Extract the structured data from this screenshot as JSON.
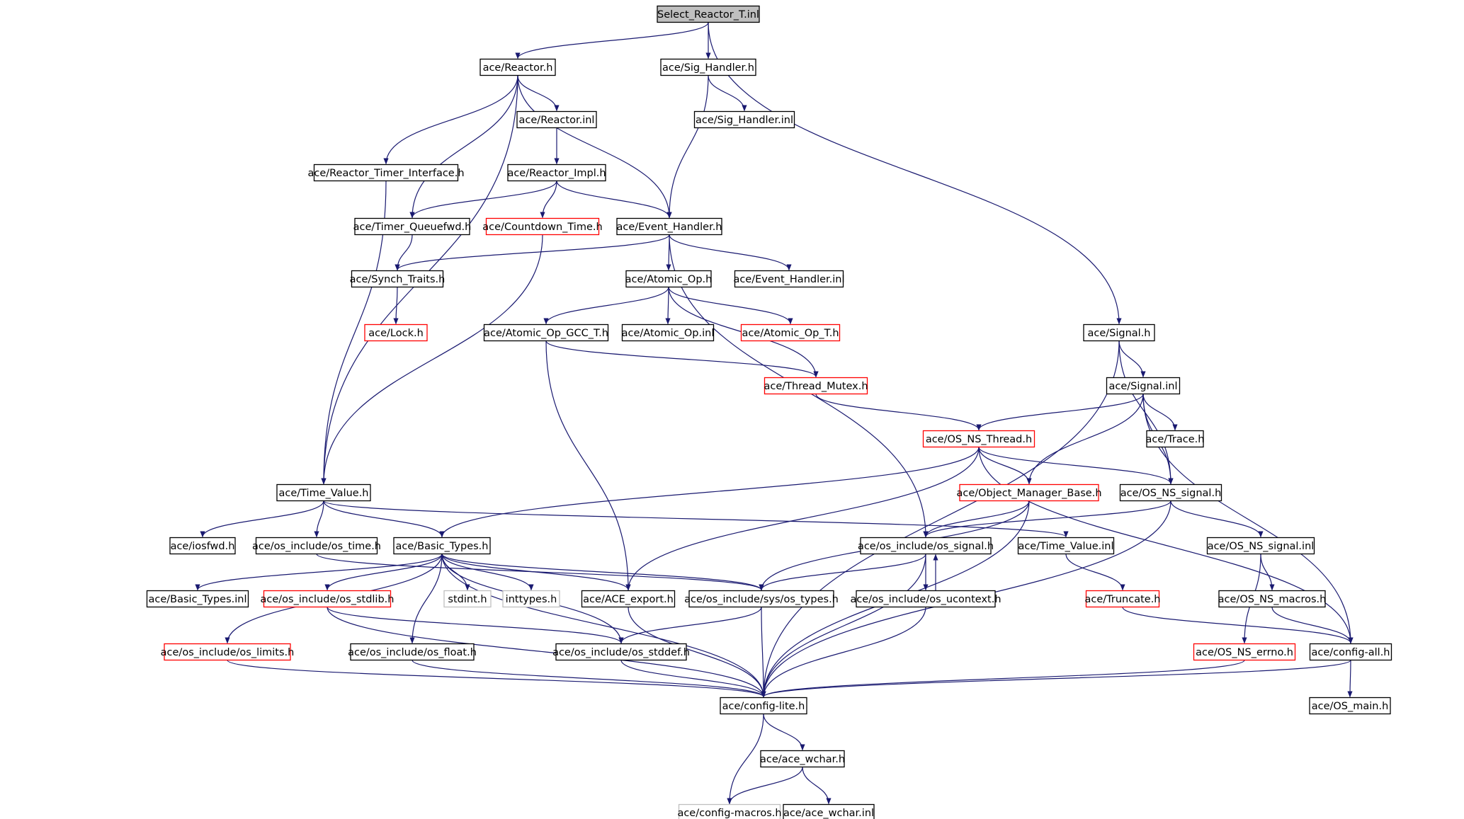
{
  "colors": {
    "edge": "#191970",
    "node_border": "#000000",
    "truncated_border": "#ff0000",
    "missing_border": "#bfbfbf",
    "root_fill": "#bfbfbf"
  },
  "nodes": [
    {
      "id": "select_reactor_t_inl",
      "label": "Select_Reactor_T.inl",
      "kind": "root"
    },
    {
      "id": "reactor_h",
      "label": "ace/Reactor.h",
      "kind": "normal"
    },
    {
      "id": "sig_handler_h",
      "label": "ace/Sig_Handler.h",
      "kind": "normal"
    },
    {
      "id": "reactor_inl",
      "label": "ace/Reactor.inl",
      "kind": "normal"
    },
    {
      "id": "sig_handler_inl",
      "label": "ace/Sig_Handler.inl",
      "kind": "normal"
    },
    {
      "id": "reactor_timer_interface_h",
      "label": "ace/Reactor_Timer_Interface.h",
      "kind": "normal"
    },
    {
      "id": "reactor_impl_h",
      "label": "ace/Reactor_Impl.h",
      "kind": "normal"
    },
    {
      "id": "timer_queuefwd_h",
      "label": "ace/Timer_Queuefwd.h",
      "kind": "normal"
    },
    {
      "id": "countdown_time_h",
      "label": "ace/Countdown_Time.h",
      "kind": "truncated"
    },
    {
      "id": "event_handler_h",
      "label": "ace/Event_Handler.h",
      "kind": "normal"
    },
    {
      "id": "synch_traits_h",
      "label": "ace/Synch_Traits.h",
      "kind": "normal"
    },
    {
      "id": "atomic_op_h",
      "label": "ace/Atomic_Op.h",
      "kind": "normal"
    },
    {
      "id": "event_handler_inl",
      "label": "ace/Event_Handler.inl",
      "kind": "normal"
    },
    {
      "id": "lock_h",
      "label": "ace/Lock.h",
      "kind": "truncated"
    },
    {
      "id": "atomic_op_gcc_t_h",
      "label": "ace/Atomic_Op_GCC_T.h",
      "kind": "normal"
    },
    {
      "id": "atomic_op_inl",
      "label": "ace/Atomic_Op.inl",
      "kind": "normal"
    },
    {
      "id": "atomic_op_t_h",
      "label": "ace/Atomic_Op_T.h",
      "kind": "truncated"
    },
    {
      "id": "signal_h",
      "label": "ace/Signal.h",
      "kind": "normal"
    },
    {
      "id": "thread_mutex_h",
      "label": "ace/Thread_Mutex.h",
      "kind": "truncated"
    },
    {
      "id": "signal_inl",
      "label": "ace/Signal.inl",
      "kind": "normal"
    },
    {
      "id": "os_ns_thread_h",
      "label": "ace/OS_NS_Thread.h",
      "kind": "truncated"
    },
    {
      "id": "trace_h",
      "label": "ace/Trace.h",
      "kind": "normal"
    },
    {
      "id": "time_value_h",
      "label": "ace/Time_Value.h",
      "kind": "normal"
    },
    {
      "id": "object_manager_base_h",
      "label": "ace/Object_Manager_Base.h",
      "kind": "truncated"
    },
    {
      "id": "os_ns_signal_h",
      "label": "ace/OS_NS_signal.h",
      "kind": "normal"
    },
    {
      "id": "iosfwd_h",
      "label": "ace/iosfwd.h",
      "kind": "normal"
    },
    {
      "id": "os_time_h",
      "label": "ace/os_include/os_time.h",
      "kind": "normal"
    },
    {
      "id": "basic_types_h",
      "label": "ace/Basic_Types.h",
      "kind": "normal"
    },
    {
      "id": "os_signal_h",
      "label": "ace/os_include/os_signal.h",
      "kind": "normal"
    },
    {
      "id": "time_value_inl",
      "label": "ace/Time_Value.inl",
      "kind": "normal"
    },
    {
      "id": "os_ns_signal_inl",
      "label": "ace/OS_NS_signal.inl",
      "kind": "normal"
    },
    {
      "id": "basic_types_inl",
      "label": "ace/Basic_Types.inl",
      "kind": "normal"
    },
    {
      "id": "os_stdlib_h",
      "label": "ace/os_include/os_stdlib.h",
      "kind": "truncated"
    },
    {
      "id": "stdint_h",
      "label": "stdint.h",
      "kind": "missing"
    },
    {
      "id": "inttypes_h",
      "label": "inttypes.h",
      "kind": "missing"
    },
    {
      "id": "ace_export_h",
      "label": "ace/ACE_export.h",
      "kind": "normal"
    },
    {
      "id": "os_types_h",
      "label": "ace/os_include/sys/os_types.h",
      "kind": "normal"
    },
    {
      "id": "os_ucontext_h",
      "label": "ace/os_include/os_ucontext.h",
      "kind": "normal"
    },
    {
      "id": "truncate_h",
      "label": "ace/Truncate.h",
      "kind": "truncated"
    },
    {
      "id": "os_ns_macros_h",
      "label": "ace/OS_NS_macros.h",
      "kind": "normal"
    },
    {
      "id": "os_limits_h",
      "label": "ace/os_include/os_limits.h",
      "kind": "truncated"
    },
    {
      "id": "os_float_h",
      "label": "ace/os_include/os_float.h",
      "kind": "normal"
    },
    {
      "id": "os_stddef_h",
      "label": "ace/os_include/os_stddef.h",
      "kind": "normal"
    },
    {
      "id": "os_ns_errno_h",
      "label": "ace/OS_NS_errno.h",
      "kind": "truncated"
    },
    {
      "id": "config_all_h",
      "label": "ace/config-all.h",
      "kind": "normal"
    },
    {
      "id": "config_lite_h",
      "label": "ace/config-lite.h",
      "kind": "normal"
    },
    {
      "id": "os_main_h",
      "label": "ace/OS_main.h",
      "kind": "normal"
    },
    {
      "id": "ace_wchar_h",
      "label": "ace/ace_wchar.h",
      "kind": "normal"
    },
    {
      "id": "config_macros_h",
      "label": "ace/config-macros.h",
      "kind": "missing"
    },
    {
      "id": "ace_wchar_inl",
      "label": "ace/ace_wchar.inl",
      "kind": "normal"
    }
  ],
  "edges": [
    [
      "select_reactor_t_inl",
      "reactor_h"
    ],
    [
      "select_reactor_t_inl",
      "sig_handler_h"
    ],
    [
      "select_reactor_t_inl",
      "signal_h"
    ],
    [
      "reactor_h",
      "reactor_inl"
    ],
    [
      "reactor_h",
      "reactor_timer_interface_h"
    ],
    [
      "reactor_h",
      "timer_queuefwd_h"
    ],
    [
      "reactor_h",
      "event_handler_h"
    ],
    [
      "reactor_h",
      "time_value_h"
    ],
    [
      "sig_handler_h",
      "sig_handler_inl"
    ],
    [
      "sig_handler_h",
      "event_handler_h"
    ],
    [
      "reactor_inl",
      "reactor_impl_h"
    ],
    [
      "reactor_impl_h",
      "timer_queuefwd_h"
    ],
    [
      "reactor_impl_h",
      "countdown_time_h"
    ],
    [
      "reactor_impl_h",
      "event_handler_h"
    ],
    [
      "reactor_timer_interface_h",
      "time_value_h"
    ],
    [
      "timer_queuefwd_h",
      "synch_traits_h"
    ],
    [
      "countdown_time_h",
      "time_value_h"
    ],
    [
      "event_handler_h",
      "synch_traits_h"
    ],
    [
      "event_handler_h",
      "atomic_op_h"
    ],
    [
      "event_handler_h",
      "event_handler_inl"
    ],
    [
      "event_handler_h",
      "os_signal_h"
    ],
    [
      "synch_traits_h",
      "lock_h"
    ],
    [
      "atomic_op_h",
      "atomic_op_gcc_t_h"
    ],
    [
      "atomic_op_h",
      "atomic_op_inl"
    ],
    [
      "atomic_op_h",
      "atomic_op_t_h"
    ],
    [
      "atomic_op_h",
      "thread_mutex_h"
    ],
    [
      "atomic_op_gcc_t_h",
      "thread_mutex_h"
    ],
    [
      "atomic_op_gcc_t_h",
      "ace_export_h"
    ],
    [
      "thread_mutex_h",
      "os_ns_thread_h"
    ],
    [
      "signal_h",
      "signal_inl"
    ],
    [
      "signal_h",
      "os_ns_signal_h"
    ],
    [
      "signal_h",
      "config_lite_h"
    ],
    [
      "signal_inl",
      "os_ns_thread_h"
    ],
    [
      "signal_inl",
      "trace_h"
    ],
    [
      "signal_inl",
      "object_manager_base_h"
    ],
    [
      "signal_inl",
      "os_ns_signal_h"
    ],
    [
      "signal_inl",
      "config_all_h"
    ],
    [
      "os_ns_thread_h",
      "object_manager_base_h"
    ],
    [
      "os_ns_thread_h",
      "os_ns_signal_h"
    ],
    [
      "os_ns_thread_h",
      "basic_types_h"
    ],
    [
      "os_ns_thread_h",
      "ace_export_h"
    ],
    [
      "os_ns_thread_h",
      "config_all_h"
    ],
    [
      "time_value_h",
      "iosfwd_h"
    ],
    [
      "time_value_h",
      "os_time_h"
    ],
    [
      "time_value_h",
      "basic_types_h"
    ],
    [
      "time_value_h",
      "time_value_inl"
    ],
    [
      "object_manager_base_h",
      "os_signal_h"
    ],
    [
      "object_manager_base_h",
      "os_types_h"
    ],
    [
      "object_manager_base_h",
      "config_lite_h"
    ],
    [
      "os_ns_signal_h",
      "os_signal_h"
    ],
    [
      "os_ns_signal_h",
      "os_ns_signal_inl"
    ],
    [
      "os_ns_signal_h",
      "config_lite_h"
    ],
    [
      "os_time_h",
      "os_types_h"
    ],
    [
      "basic_types_h",
      "basic_types_inl"
    ],
    [
      "basic_types_h",
      "os_stdlib_h"
    ],
    [
      "basic_types_h",
      "stdint_h"
    ],
    [
      "basic_types_h",
      "inttypes_h"
    ],
    [
      "basic_types_h",
      "ace_export_h"
    ],
    [
      "basic_types_h",
      "os_types_h"
    ],
    [
      "basic_types_h",
      "os_limits_h"
    ],
    [
      "basic_types_h",
      "os_float_h"
    ],
    [
      "basic_types_h",
      "os_stddef_h"
    ],
    [
      "basic_types_h",
      "config_lite_h"
    ],
    [
      "os_signal_h",
      "os_types_h"
    ],
    [
      "os_signal_h",
      "os_ucontext_h"
    ],
    [
      "os_signal_h",
      "config_lite_h"
    ],
    [
      "time_value_inl",
      "truncate_h"
    ],
    [
      "os_ns_signal_inl",
      "os_ns_macros_h"
    ],
    [
      "os_ns_signal_inl",
      "os_ns_errno_h"
    ],
    [
      "os_stdlib_h",
      "os_stddef_h"
    ],
    [
      "os_stdlib_h",
      "config_lite_h"
    ],
    [
      "ace_export_h",
      "config_lite_h"
    ],
    [
      "os_types_h",
      "os_stddef_h"
    ],
    [
      "os_types_h",
      "config_lite_h"
    ],
    [
      "os_ucontext_h",
      "os_signal_h"
    ],
    [
      "os_ucontext_h",
      "config_lite_h"
    ],
    [
      "truncate_h",
      "config_all_h"
    ],
    [
      "os_ns_macros_h",
      "config_all_h"
    ],
    [
      "os_limits_h",
      "config_lite_h"
    ],
    [
      "os_float_h",
      "config_lite_h"
    ],
    [
      "os_stddef_h",
      "config_lite_h"
    ],
    [
      "os_ns_errno_h",
      "config_lite_h"
    ],
    [
      "config_all_h",
      "config_lite_h"
    ],
    [
      "config_all_h",
      "os_main_h"
    ],
    [
      "config_lite_h",
      "ace_wchar_h"
    ],
    [
      "config_lite_h",
      "config_macros_h"
    ],
    [
      "ace_wchar_h",
      "config_macros_h"
    ],
    [
      "ace_wchar_h",
      "ace_wchar_inl"
    ]
  ]
}
